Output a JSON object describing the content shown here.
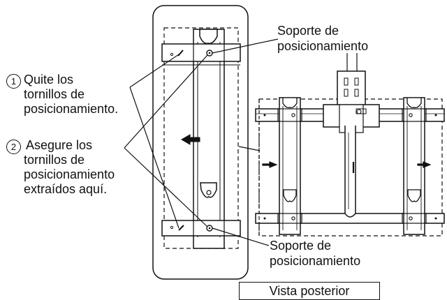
{
  "callouts": {
    "top_bracket": [
      "Soporte de",
      "posicionamiento"
    ],
    "bottom_bracket": [
      "Soporte de",
      "posicionamiento"
    ]
  },
  "steps": [
    {
      "number": "1",
      "lines": [
        "Quite los",
        "tornillos de",
        "posicionamiento."
      ]
    },
    {
      "number": "2",
      "lines": [
        "Asegure los",
        "tornillos de",
        "posicionamiento",
        "extraídos aquí."
      ]
    }
  ],
  "view_label": "Vista posterior",
  "colors": {
    "line": "#111111",
    "background": "#ffffff",
    "fill": "#ffffff"
  }
}
